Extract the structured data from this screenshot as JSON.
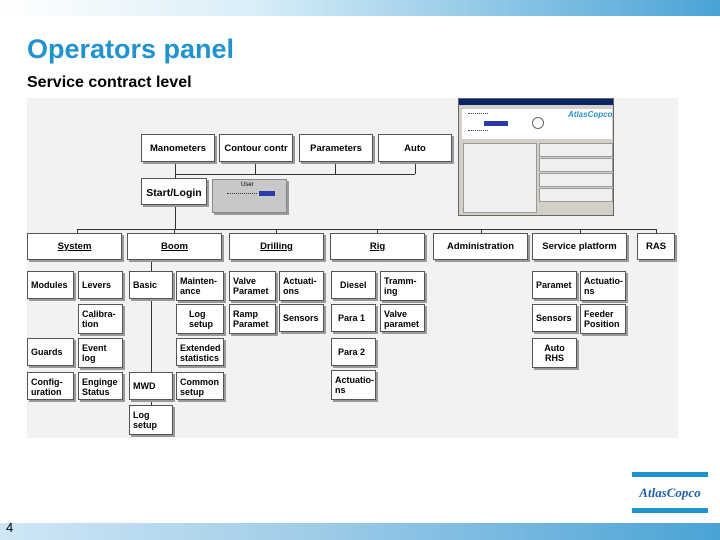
{
  "title": "Operators panel",
  "subtitle": "Service contract level",
  "page_number": "4",
  "top_buttons": [
    "Manometers",
    "Contour contr",
    "Parameters",
    "Auto"
  ],
  "start_login": "Start/Login",
  "login_popup": {
    "label": "User"
  },
  "categories": [
    "System",
    "Boom",
    "Drilling",
    "Rig",
    "Administration",
    "Service platform",
    "RAS"
  ],
  "system": [
    "Modules",
    "Levers",
    "Calibra-\ntion",
    "Guards",
    "Event\nlog",
    "Config-\nuration",
    "Enginge\nStatus"
  ],
  "boom": [
    "Basic",
    "Mainten-\nance",
    "Log\nsetup",
    "Extended\nstatistics",
    "MWD",
    "Common\nsetup",
    "Log\nsetup"
  ],
  "drilling": [
    "Valve\nParamet",
    "Actuati-\nons",
    "Ramp\nParamet",
    "Sensors"
  ],
  "rig": [
    "Diesel",
    "Tramm-\ning",
    "Para 1",
    "Valve\nparamet",
    "Para 2",
    "Actuatio-\nns"
  ],
  "service_platform": [
    "Paramet",
    "Actuatio-\nns",
    "Sensors",
    "Feeder\nPosition",
    "Auto\nRHS"
  ],
  "screenshot_window": {
    "brand": "AtlasCopco"
  },
  "logo_text": "AtlasCopco",
  "colors": {
    "title": "#1f93d0",
    "bars": "#4aa3d6"
  }
}
